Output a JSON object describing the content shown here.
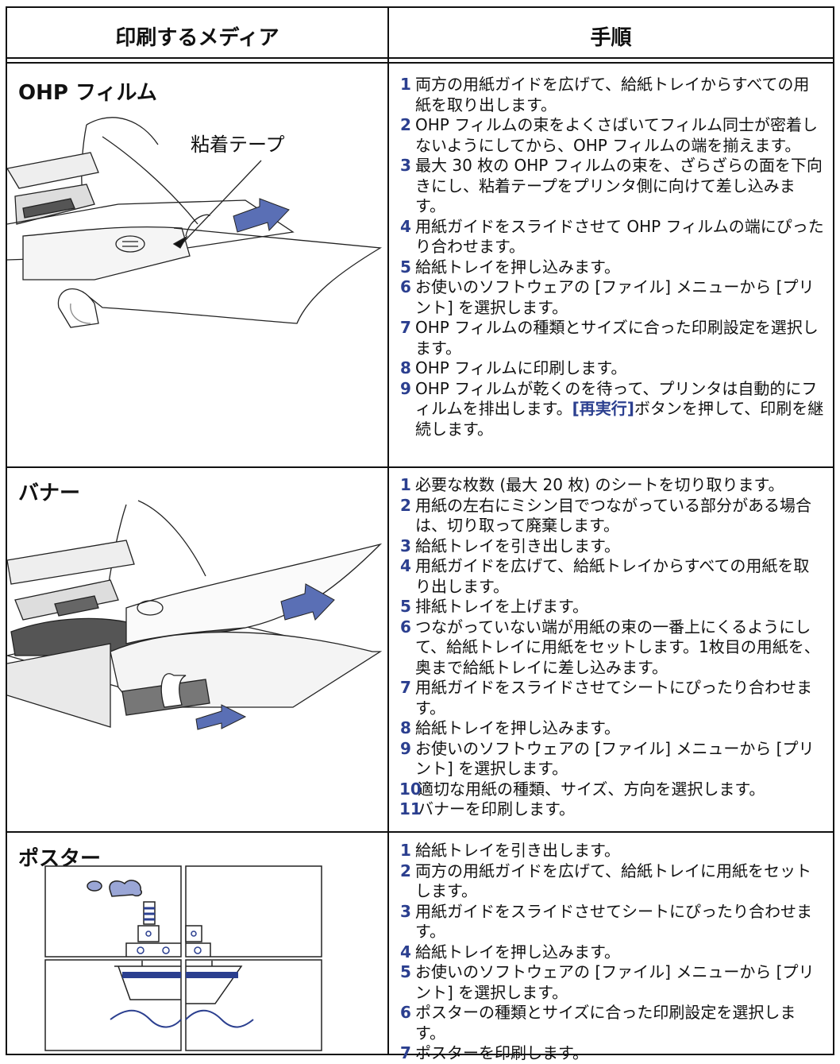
{
  "header": {
    "media": "印刷するメディア",
    "procedure": "手順"
  },
  "sections": [
    {
      "title": "OHP フィルム",
      "callout": "粘着テープ",
      "steps": [
        {
          "n": "1",
          "t": "両方の用紙ガイドを広げて、給紙トレイからすべての用紙を取り出します。"
        },
        {
          "n": "2",
          "t": "OHP フィルムの束をよくさばいてフィルム同士が密着しないようにしてから、OHP フィルムの端を揃えます。"
        },
        {
          "n": "3",
          "t": "最大 30 枚の OHP フィルムの束を、ざらざらの面を下向きにし、粘着テープをプリンタ側に向けて差し込みます。"
        },
        {
          "n": "4",
          "t": "用紙ガイドをスライドさせて OHP フィルムの端にぴったり合わせます。"
        },
        {
          "n": "5",
          "t": "給紙トレイを押し込みます。"
        },
        {
          "n": "6",
          "t": "お使いのソフトウェアの [ファイル] メニューから [プリント] を選択します。"
        },
        {
          "n": "7",
          "t": "OHP フィルムの種類とサイズに合った印刷設定を選択します。"
        },
        {
          "n": "8",
          "t": "OHP フィルムに印刷します。"
        },
        {
          "n": "9",
          "t": "OHP フィルムが乾くのを待って、プリンタは自動的にフィルムを排出します。",
          "em": "[再実行]",
          "t2": "ボタンを押して、印刷を継続します。"
        }
      ]
    },
    {
      "title": "バナー",
      "steps": [
        {
          "n": "1",
          "t": "必要な枚数 (最大 20 枚) のシートを切り取ります。"
        },
        {
          "n": "2",
          "t": "用紙の左右にミシン目でつながっている部分がある場合は、切り取って廃棄します。"
        },
        {
          "n": "3",
          "t": "給紙トレイを引き出します。"
        },
        {
          "n": "4",
          "t": "用紙ガイドを広げて、給紙トレイからすべての用紙を取り出します。"
        },
        {
          "n": "5",
          "t": "排紙トレイを上げます。"
        },
        {
          "n": "6",
          "t": "つながっていない端が用紙の束の一番上にくるようにして、給紙トレイに用紙をセットします。1枚目の用紙を、奥まで給紙トレイに差し込みます。"
        },
        {
          "n": "7",
          "t": "用紙ガイドをスライドさせてシートにぴったり合わせます。"
        },
        {
          "n": "8",
          "t": "給紙トレイを押し込みます。"
        },
        {
          "n": "9",
          "t": "お使いのソフトウェアの [ファイル] メニューから [プリント] を選択します。"
        },
        {
          "n": "10",
          "t": "適切な用紙の種類、サイズ、方向を選択します。"
        },
        {
          "n": "11",
          "t": "バナーを印刷します。"
        }
      ]
    },
    {
      "title": "ポスター",
      "steps": [
        {
          "n": "1",
          "t": "給紙トレイを引き出します。"
        },
        {
          "n": "2",
          "t": "両方の用紙ガイドを広げて、給紙トレイに用紙をセットします。"
        },
        {
          "n": "3",
          "t": "用紙ガイドをスライドさせてシートにぴったり合わせます。"
        },
        {
          "n": "4",
          "t": "給紙トレイを押し込みます。"
        },
        {
          "n": "5",
          "t": "お使いのソフトウェアの [ファイル] メニューから [プリント] を選択します。"
        },
        {
          "n": "6",
          "t": "ポスターの種類とサイズに合った印刷設定を選択します。"
        },
        {
          "n": "7",
          "t": "ポスターを印刷します。"
        }
      ]
    }
  ],
  "colors": {
    "accent": "#2b3f8f",
    "arrow": "#5a6fb5",
    "illustration_fill": "#9aa6d6"
  }
}
